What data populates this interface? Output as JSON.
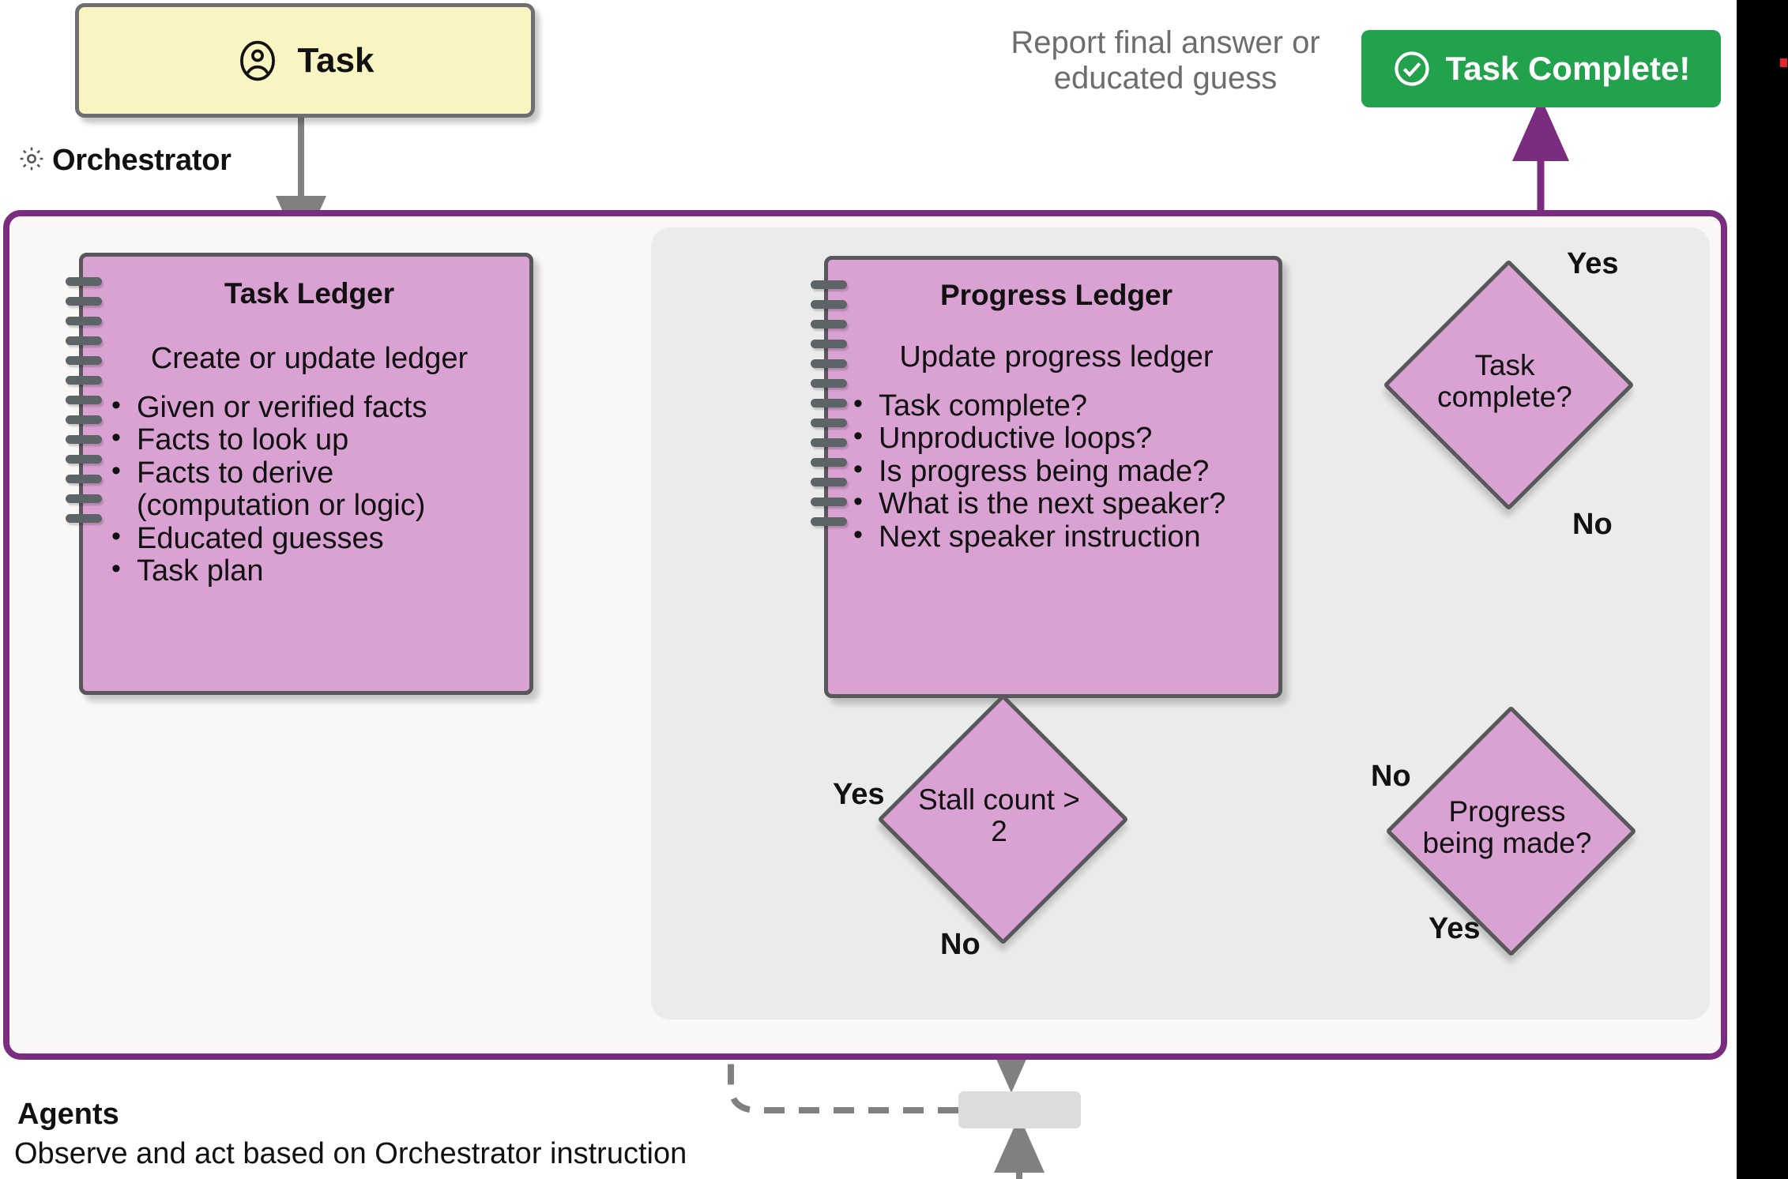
{
  "task_card": {
    "label": "Task",
    "icon": "person-circle-icon"
  },
  "orchestrator": {
    "label": "Orchestrator",
    "icon": "gear-icon"
  },
  "report_caption": "Report final answer or educated guess",
  "task_complete_badge": {
    "label": "Task Complete!",
    "icon": "check-circle-icon",
    "color": "#22a24c"
  },
  "task_ledger": {
    "title": "Task Ledger",
    "subtitle": "Create or update ledger",
    "items": [
      "Given or verified facts",
      "Facts to look up",
      "Facts to derive (computation or logic)",
      "Educated guesses",
      "Task plan"
    ]
  },
  "progress_ledger": {
    "title": "Progress Ledger",
    "subtitle": "Update progress ledger",
    "items": [
      "Task complete?",
      "Unproductive loops?",
      "Is progress being made?",
      "What is the next speaker?",
      "Next speaker instruction"
    ]
  },
  "decisions": {
    "task_complete": {
      "label": "Task complete?",
      "yes": "Yes",
      "no": "No"
    },
    "progress_made": {
      "label": "Progress being made?",
      "yes": "Yes",
      "no": "No"
    },
    "stall_count": {
      "label": "Stall count > 2",
      "yes": "Yes",
      "no": "No"
    }
  },
  "agents": {
    "title": "Agents",
    "description": "Observe and act based on Orchestrator instruction"
  },
  "colors": {
    "accent_purple": "#7a2d7e",
    "ledger_fill": "#d9a2d2",
    "ledger_stroke": "#58585a",
    "task_fill": "#f8f5c2",
    "success_green": "#22a24c",
    "panel_gray": "#ebebeb",
    "arrow_gray": "#808080"
  }
}
